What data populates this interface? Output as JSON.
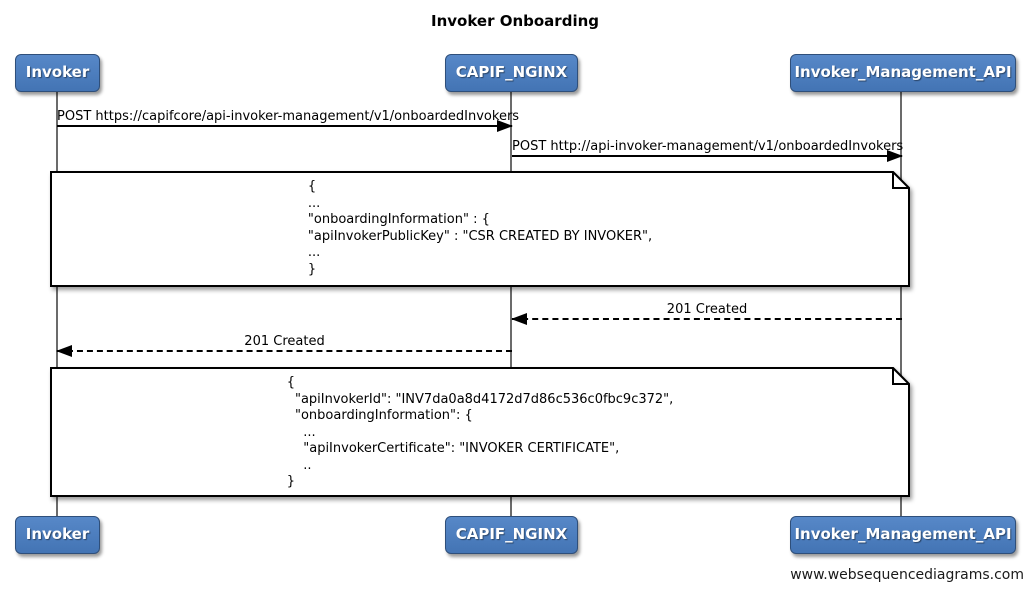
{
  "title": "Invoker Onboarding",
  "diagram_type": "sequence",
  "actors": [
    {
      "name": "Invoker"
    },
    {
      "name": "CAPIF_NGINX"
    },
    {
      "name": "Invoker_Management_API"
    }
  ],
  "messages": [
    {
      "label": "POST https://capifcore/api-invoker-management/v1/onboardedInvokers",
      "from": "Invoker",
      "to": "CAPIF_NGINX",
      "line": "solid"
    },
    {
      "label": "POST http://api-invoker-management/v1/onboardedInvokers",
      "from": "CAPIF_NGINX",
      "to": "Invoker_Management_API",
      "line": "solid"
    },
    {
      "label": "201 Created",
      "from": "Invoker_Management_API",
      "to": "CAPIF_NGINX",
      "line": "dashed"
    },
    {
      "label": "201 Created",
      "from": "CAPIF_NGINX",
      "to": "Invoker",
      "line": "dashed"
    }
  ],
  "notes": [
    {
      "lines": [
        "{",
        "...",
        "\"onboardingInformation\" : {",
        "\"apiInvokerPublicKey\" : \"CSR CREATED BY INVOKER\",",
        "...",
        "}"
      ]
    },
    {
      "lines": [
        "{",
        "  \"apiInvokerId\": \"INV7da0a8d4172d7d86c536c0fbc9c372\",",
        "  \"onboardingInformation\": {",
        "    ...",
        "    \"apiInvokerCertificate\": \"INVOKER CERTIFICATE\",",
        "    ..",
        "}"
      ]
    }
  ],
  "footer": "www.websequencediagrams.com",
  "colors": {
    "actor_fill": "#4d7fc1",
    "actor_border": "#2f4f7a",
    "lifeline": "#6b6b6b",
    "line": "#000000",
    "note_fill": "#ffffff",
    "text": "#000000"
  }
}
